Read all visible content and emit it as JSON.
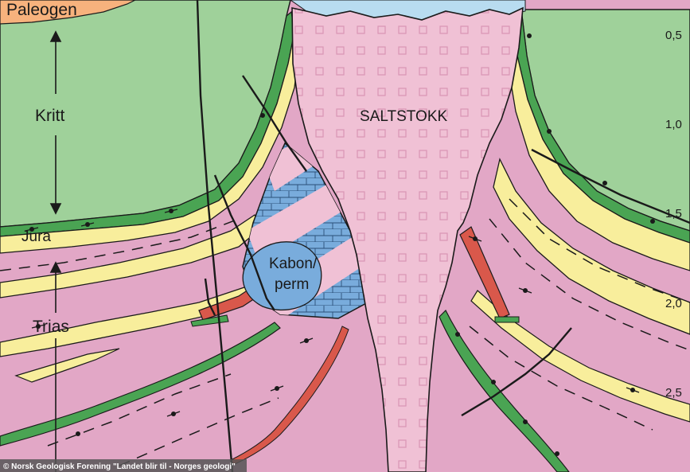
{
  "labels": {
    "paleogen": "Paleogen",
    "kritt": "Kritt",
    "jura": "Jura",
    "trias": "Trias",
    "karbon_line1": "Kabon/",
    "karbon_line2": "perm",
    "saltstokk": "SALTSTOKK"
  },
  "depth_scale": [
    "0,5",
    "1,0",
    "1,5",
    "2,0",
    "2,5"
  ],
  "credit": "© Norsk Geologisk Forening \"Landet blir til - Norges geologi\"",
  "colors": {
    "cretaceous_green": "#9fd19a",
    "green_band": "#4aa453",
    "jurassic_yellow": "#f8ee9c",
    "triassic_pink": "#e2a7c6",
    "salt_pink": "#f0c1d5",
    "carbon_blue": "#79acdc",
    "paleogene_orange": "#f7b27d",
    "red_dike": "#d9584b",
    "sea_blue": "#b8dcf0",
    "line_dark": "#1a1a1a"
  }
}
